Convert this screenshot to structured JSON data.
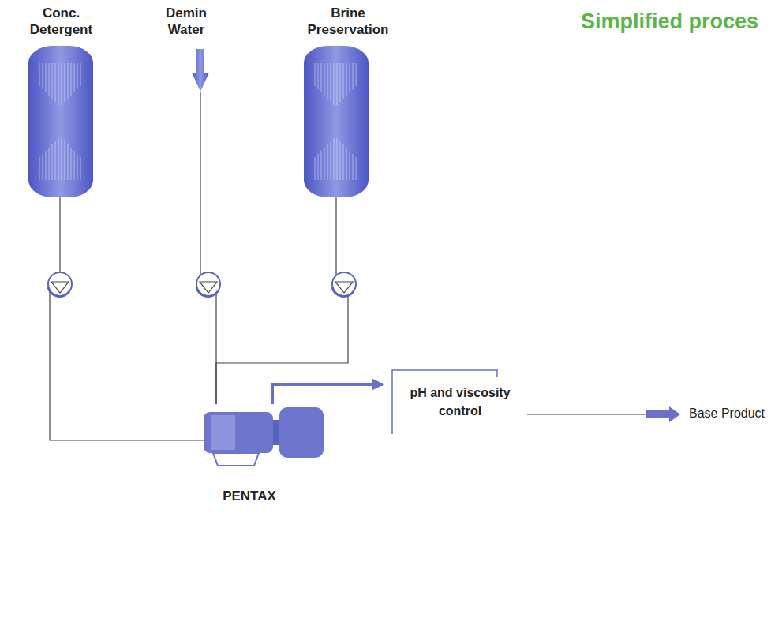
{
  "diagram": {
    "title": "Simplified proces",
    "nodes": [
      {
        "text": [
          "Conc. Detergent"
        ]
      },
      {
        "text": [
          "Demin Water"
        ]
      },
      {
        "text": [
          "Brine Preservation"
        ]
      },
      {
        "text": [
          "PENTAX"
        ]
      },
      {
        "text": [
          "pH and viscosity control"
        ]
      }
    ],
    "edges": [
      {
        "from": 0,
        "to": 3,
        "arrow": "none"
      },
      {
        "from": 1,
        "to": 3,
        "arrow": "none"
      },
      {
        "from": 2,
        "to": 3,
        "arrow": "none"
      },
      {
        "from": 3,
        "to": 4,
        "arrow": "to"
      }
    ],
    "labels": [
      "Base Product"
    ]
  }
}
